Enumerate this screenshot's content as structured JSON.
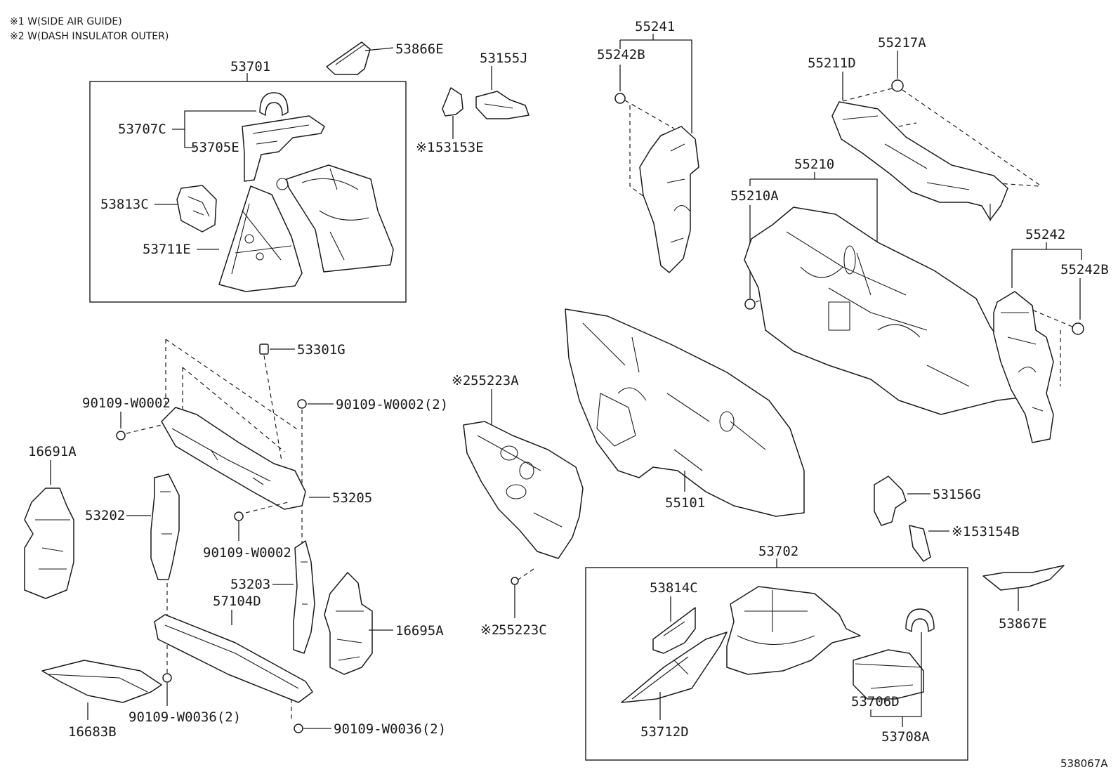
{
  "notes": {
    "note1": "※1 W(SIDE AIR GUIDE)",
    "note2": "※2 W(DASH INSULATOR OUTER)"
  },
  "mark1": "※1",
  "mark2": "※2",
  "drawing_number": "538067A",
  "parts": {
    "p53701": "53701",
    "p53866E": "53866E",
    "p53155J": "53155J",
    "p53153E": "53153E",
    "p53707C": "53707C",
    "p53705E": "53705E",
    "p53813C": "53813C",
    "p53711E": "53711E",
    "p55241": "55241",
    "p55242B_top": "55242B",
    "p55217A": "55217A",
    "p55211D": "55211D",
    "p55210": "55210",
    "p55210A": "55210A",
    "p55242": "55242",
    "p55242B_right": "55242B",
    "p53301G": "53301G",
    "p90109_W0002_a": "90109-W0002",
    "p90109_W0002_2": "90109-W0002(2)",
    "p55223A": "55223A",
    "p16691A": "16691A",
    "p53202": "53202",
    "p53205": "53205",
    "p90109_W0002_b": "90109-W0002",
    "p53203": "53203",
    "p57104D": "57104D",
    "p16695A": "16695A",
    "p55223C": "55223C",
    "p55101": "55101",
    "p53156G": "53156G",
    "p53154B": "53154B",
    "p53702": "53702",
    "p53814C": "53814C",
    "p53867E": "53867E",
    "p16683B": "16683B",
    "p90109_W0036_a": "90109-W0036(2)",
    "p90109_W0036_b": "90109-W0036(2)",
    "p53706D": "53706D",
    "p53712D": "53712D",
    "p53708A": "53708A"
  }
}
